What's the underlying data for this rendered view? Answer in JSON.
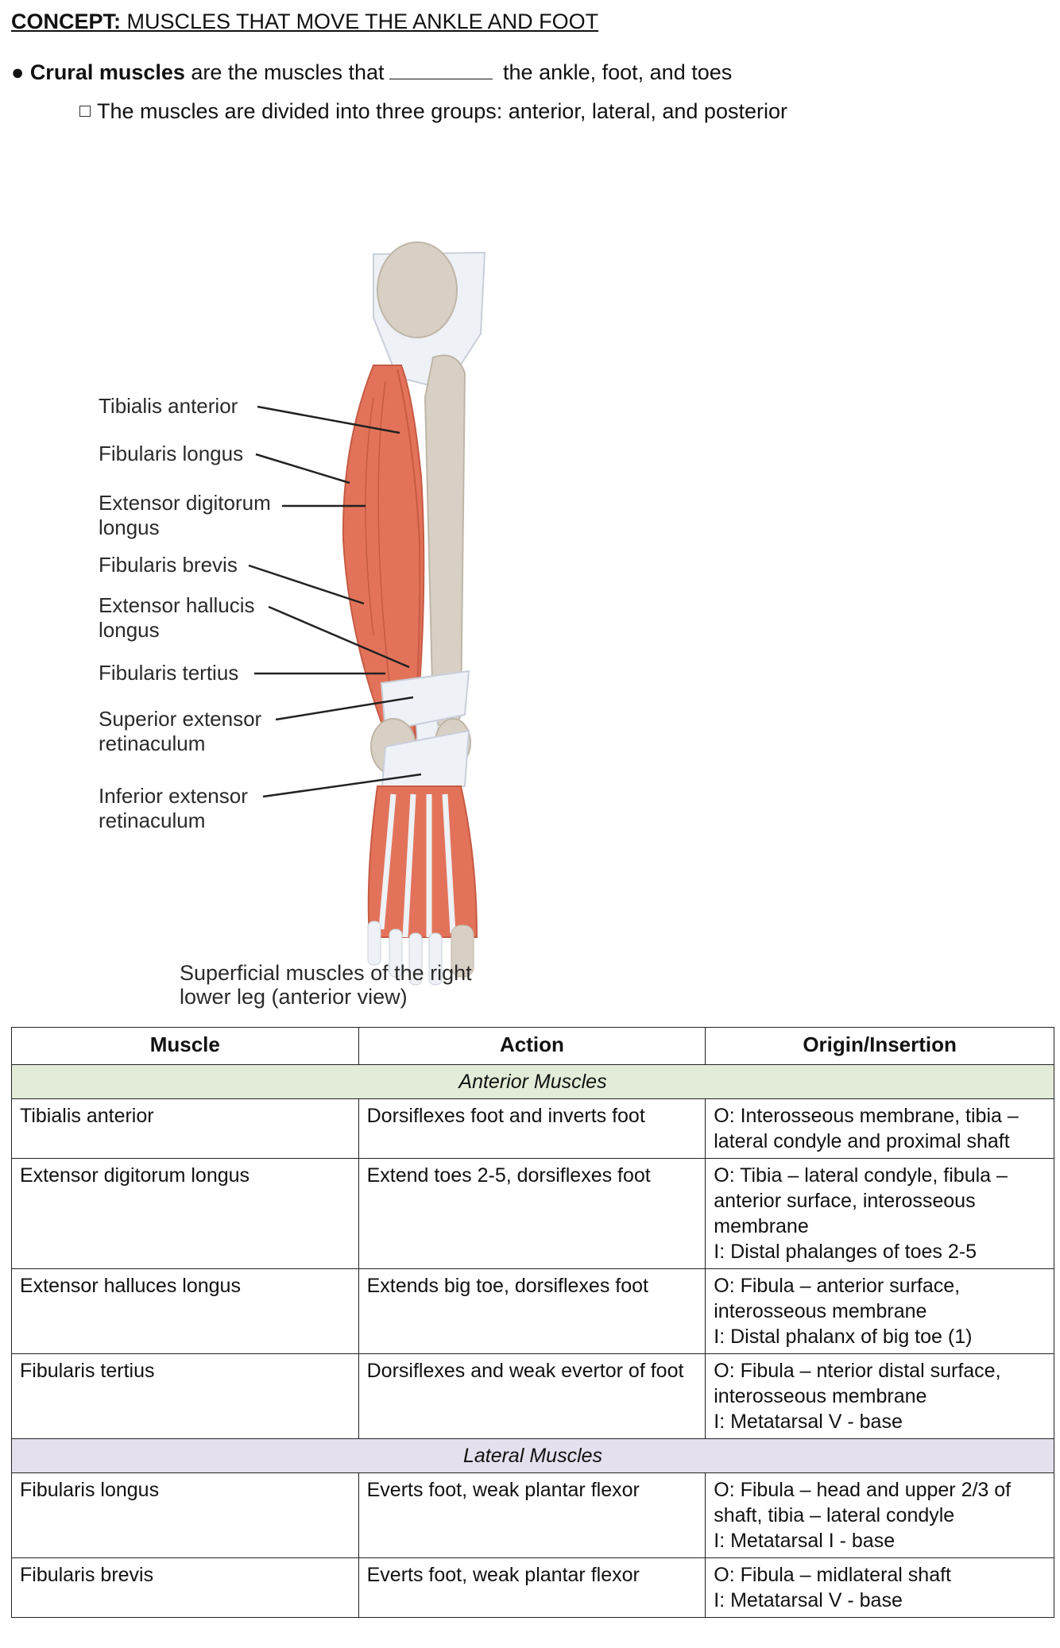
{
  "header": {
    "concept_prefix": "CONCEPT:",
    "concept_title": " MUSCLES THAT MOVE THE ANKLE AND FOOT"
  },
  "bullet": {
    "term": "Crural muscles",
    "text_before": " are the muscles that",
    "text_after": " the ankle, foot, and toes",
    "sub": "The muscles are divided into three groups: anterior, lateral, and posterior"
  },
  "figure": {
    "labels": [
      "Tibialis anterior",
      "Fibularis longus",
      "Extensor digitorum",
      "longus",
      "Fibularis brevis",
      "Extensor hallucis",
      "longus",
      "Fibularis tertius",
      "Superior extensor",
      "retinaculum",
      "Inferior extensor",
      "retinaculum"
    ],
    "caption_line1": "Superficial muscles of the right",
    "caption_line2": "lower leg (anterior view)",
    "colors": {
      "muscle": "#e2735a",
      "bone": "#d8d0c4",
      "tendon": "#eef1f6"
    }
  },
  "table": {
    "headers": [
      "Muscle",
      "Action",
      "Origin/Insertion"
    ],
    "sections": [
      {
        "title": "Anterior Muscles",
        "color": "#e2ecd8",
        "rows": [
          {
            "muscle": "Tibialis anterior",
            "action": "Dorsiflexes foot and inverts foot",
            "oi": [
              "O: Interosseous membrane, tibia – lateral condyle and proximal shaft"
            ]
          },
          {
            "muscle": "Extensor digitorum longus",
            "action": "Extend toes 2-5, dorsiflexes foot",
            "oi": [
              "O: Tibia – lateral condyle, fibula – anterior surface, interosseous membrane",
              "I: Distal phalanges of toes 2-5"
            ]
          },
          {
            "muscle": "Extensor halluces longus",
            "action": "Extends big toe, dorsiflexes foot",
            "oi": [
              "O: Fibula – anterior surface, interosseous membrane",
              "I: Distal phalanx of big toe (1)"
            ]
          },
          {
            "muscle": "Fibularis tertius",
            "action": "Dorsiflexes and weak evertor of foot",
            "oi": [
              "O: Fibula – nterior distal surface, interosseous membrane",
              "I: Metatarsal V - base"
            ]
          }
        ]
      },
      {
        "title": "Lateral Muscles",
        "color": "#e4e0ee",
        "rows": [
          {
            "muscle": "Fibularis longus",
            "action": "Everts foot, weak plantar flexor",
            "oi": [
              "O: Fibula – head and upper 2/3 of shaft, tibia – lateral condyle",
              "I: Metatarsal I - base"
            ]
          },
          {
            "muscle": "Fibularis brevis",
            "action": "Everts foot, weak plantar flexor",
            "oi": [
              "O: Fibula – midlateral shaft",
              "I: Metatarsal V - base"
            ]
          }
        ]
      }
    ]
  }
}
